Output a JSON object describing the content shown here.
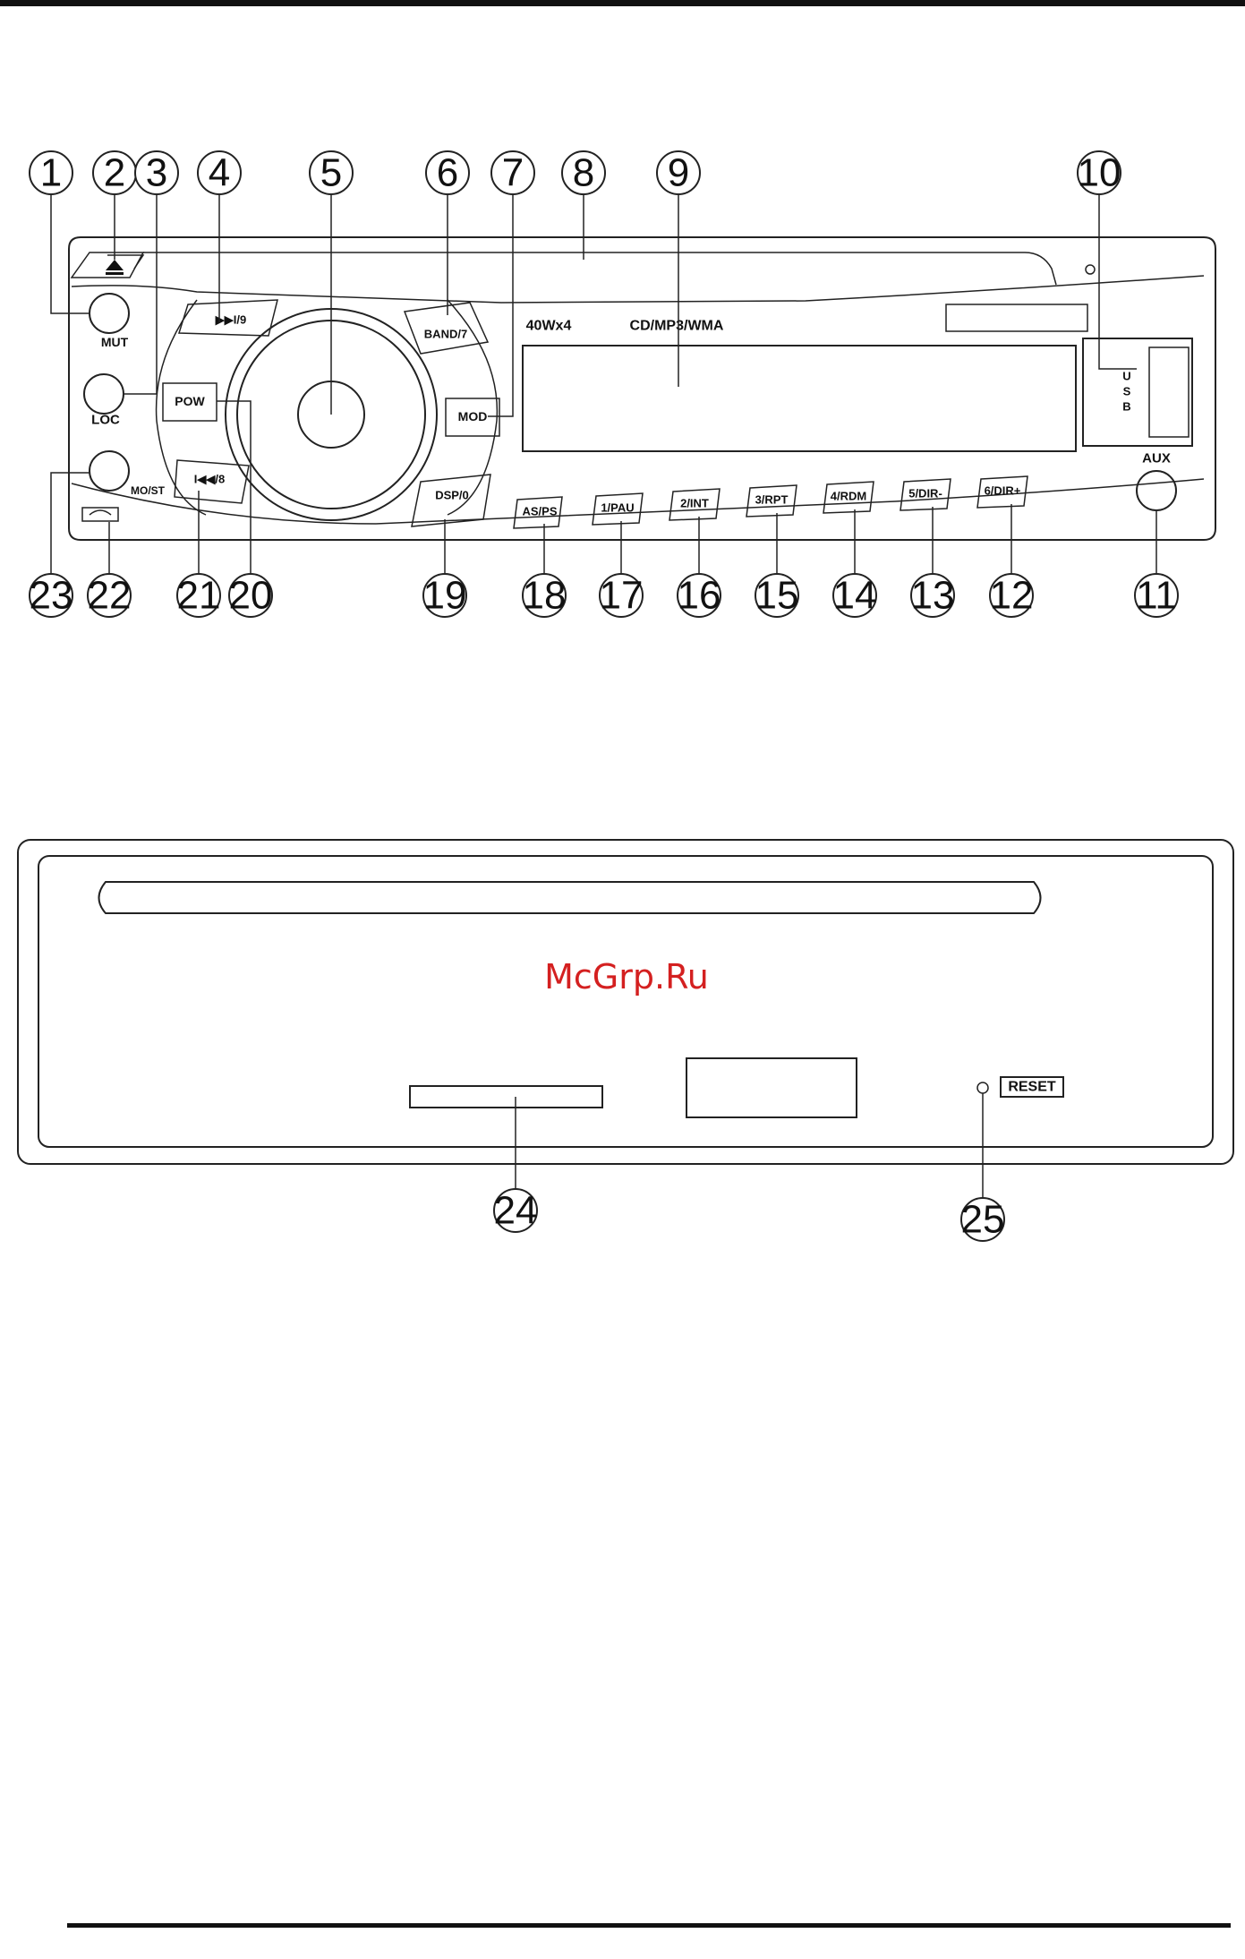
{
  "front_panel": {
    "callouts": [
      "1",
      "2",
      "3",
      "4",
      "5",
      "6",
      "7",
      "8",
      "9",
      "10",
      "11",
      "12",
      "13",
      "14",
      "15",
      "16",
      "17",
      "18",
      "19",
      "20",
      "21",
      "22",
      "23"
    ],
    "buttons": {
      "mut": "MUT",
      "loc": "LOC",
      "mo_st": "MO/ST",
      "next": "▶▶I/9",
      "pow": "POW",
      "prev": "I◀◀/8",
      "band": "BAND/7",
      "mod": "MOD",
      "dsp": "DSP/0",
      "as_ps": "AS/PS",
      "pau": "1/PAU",
      "int": "2/INT",
      "rpt": "3/RPT",
      "rdm": "4/RDM",
      "dir_minus": "5/DIR-",
      "dir_plus": "6/DIR+",
      "aux": "AUX",
      "usb": [
        "U",
        "S",
        "B"
      ]
    },
    "power_label": "40Wx4",
    "format_label": "CD/MP3/WMA"
  },
  "rear_panel": {
    "callouts": [
      "24",
      "25"
    ],
    "reset_label": "RESET"
  },
  "watermark": "McGrp.Ru"
}
